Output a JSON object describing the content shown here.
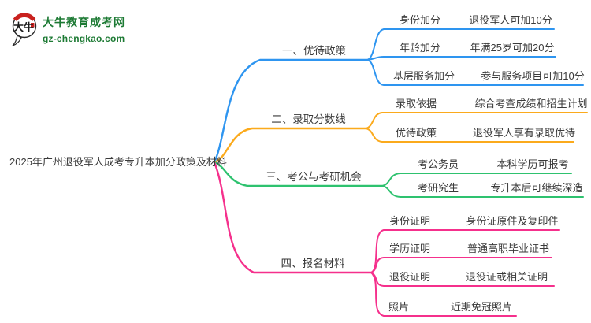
{
  "logo": {
    "badge_text": "大牛",
    "site_name": "大牛教育成考网",
    "site_url": "gz-chengkao.com",
    "brand_green": "#1d7a34",
    "badge_red": "#c9211e"
  },
  "mindmap": {
    "root_label": "2025年广州退役军人成考专升本加分政策及材料",
    "text_color": "#3a3a3a",
    "branches": [
      {
        "label": "一、优待政策",
        "color": "#2e95f0",
        "children": [
          {
            "label": "身份加分",
            "value": "退役军人可加10分"
          },
          {
            "label": "年龄加分",
            "value": "年满25岁可加20分"
          },
          {
            "label": "基层服务加分",
            "value": "参与服务项目可加10分"
          }
        ]
      },
      {
        "label": "二、录取分数线",
        "color": "#fbaa1c",
        "children": [
          {
            "label": "录取依据",
            "value": "综合考查成绩和招生计划"
          },
          {
            "label": "优待政策",
            "value": "退役军人享有录取优待"
          }
        ]
      },
      {
        "label": "三、考公与考研机会",
        "color": "#2ec26f",
        "children": [
          {
            "label": "考公务员",
            "value": "本科学历可报考"
          },
          {
            "label": "考研究生",
            "value": "专升本后可继续深造"
          }
        ]
      },
      {
        "label": "四、报名材料",
        "color": "#f5308c",
        "children": [
          {
            "label": "身份证明",
            "value": "身份证原件及复印件"
          },
          {
            "label": "学历证明",
            "value": "普通高职毕业证书"
          },
          {
            "label": "退役证明",
            "value": "退役证或相关证明"
          },
          {
            "label": "照片",
            "value": "近期免冠照片"
          }
        ]
      }
    ]
  }
}
